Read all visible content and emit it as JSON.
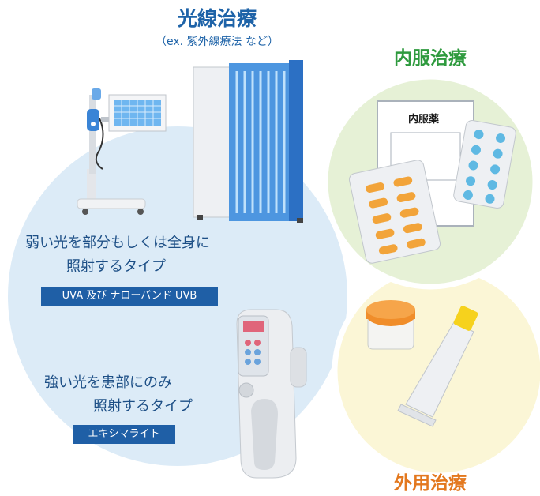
{
  "phototherapy": {
    "title": "光線治療",
    "subtitle": "（ex. 紫外線療法 など）",
    "type1": {
      "line1": "弱い光を部分もしくは全身に",
      "line2": "照射するタイプ",
      "badge": "UVA 及び ナローバンド UVB"
    },
    "type2": {
      "line1": "強い光を患部にのみ",
      "line2": "照射するタイプ",
      "badge": "エキシマライト"
    }
  },
  "oral": {
    "title": "内服治療",
    "document_label": "内服薬"
  },
  "topical": {
    "title": "外用治療"
  },
  "colors": {
    "blue_circle": "#dcebf7",
    "green_circle": "#e6f1d6",
    "yellow_circle": "#fbf6d6",
    "blue_text": "#1e63a8",
    "green_text": "#2e9a3e",
    "orange_text": "#e3781e",
    "badge": "#1f5fa6"
  }
}
